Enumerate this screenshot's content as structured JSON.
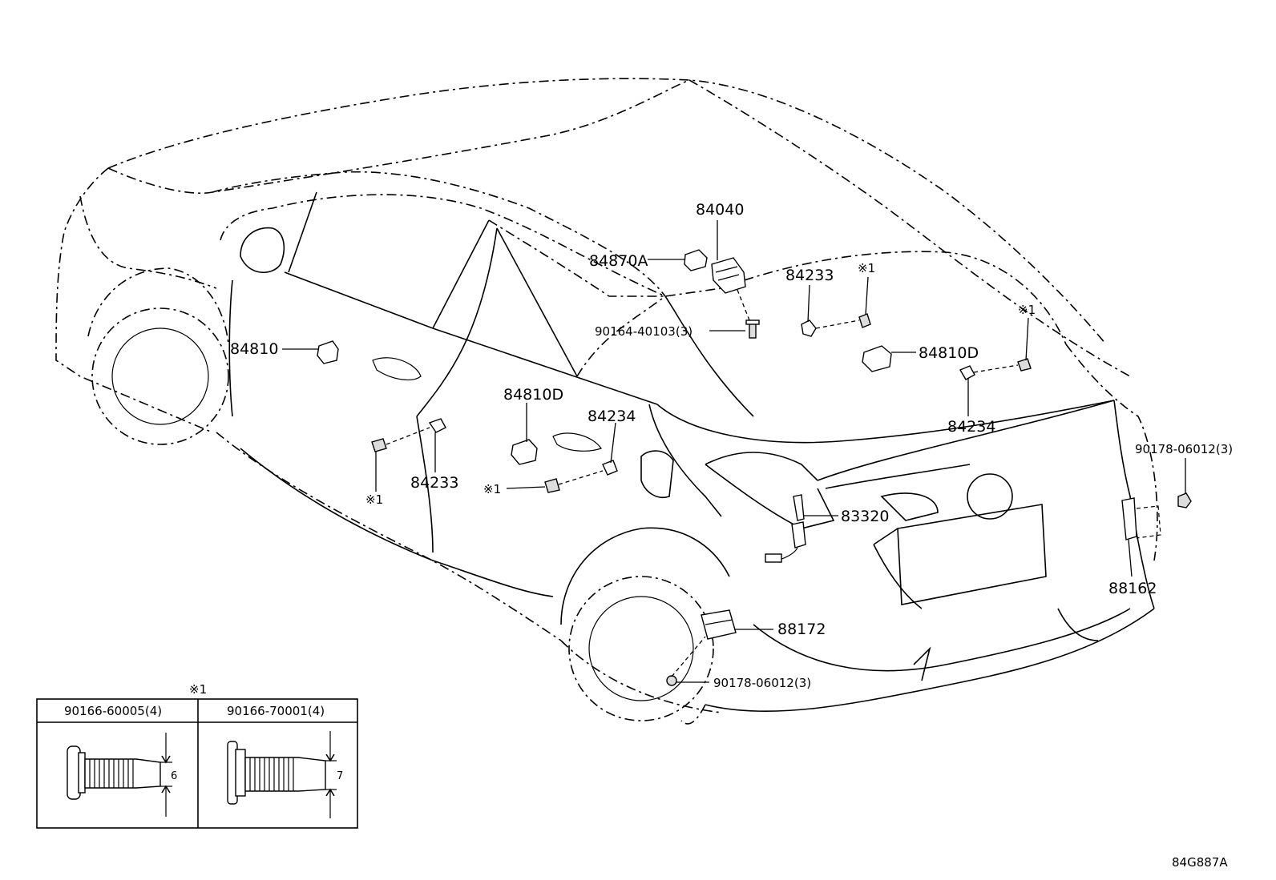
{
  "callouts": {
    "p84040": "84040",
    "p84870A": "84870A",
    "p84233_top": "84233",
    "p84810D_right": "84810D",
    "p84810_left": "84810",
    "p90164": "90164-40103(3)",
    "p84810D_mid": "84810D",
    "p84234_mid": "84234",
    "p84234_right": "84234",
    "p84233_left": "84233",
    "p83320": "83320",
    "p90178_right": "90178-06012(3)",
    "p88162": "88162",
    "p88172": "88172",
    "p90178_bottom": "90178-06012(3)"
  },
  "notes": {
    "mark": "※1",
    "mark_top": "※1",
    "mark_right": "※1",
    "mark_left": "※1",
    "mark_mid": "※1"
  },
  "legend": {
    "mark": "※1",
    "col1_code": "90166-60005(4)",
    "col2_code": "90166-70001(4)",
    "col1_dim": "6",
    "col2_dim": "7"
  },
  "figure_code": "84G887A"
}
